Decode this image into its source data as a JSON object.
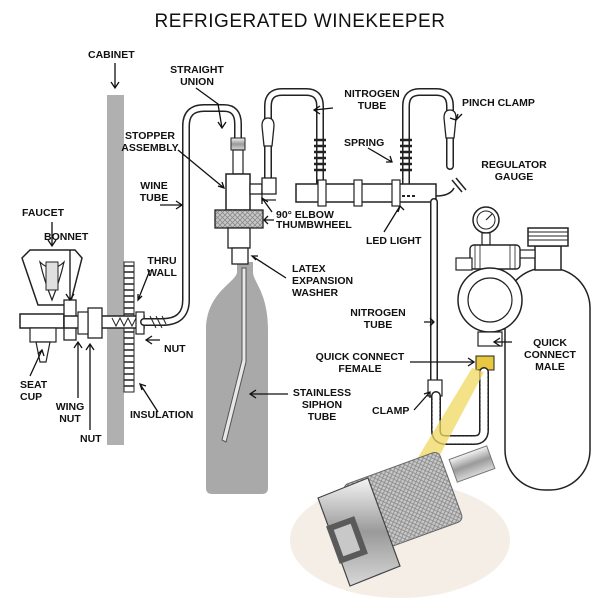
{
  "title": "REFRIGERATED WINEKEEPER",
  "labels": {
    "cabinet": "CABINET",
    "straight_union_1": "STRAIGHT",
    "straight_union_2": "UNION",
    "nitrogen_tube_top_1": "NITROGEN",
    "nitrogen_tube_top_2": "TUBE",
    "pinch_clamp": "PINCH CLAMP",
    "stopper_assembly_1": "STOPPER",
    "stopper_assembly_2": "ASSEMBLY",
    "spring": "SPRING",
    "regulator_gauge_1": "REGULATOR",
    "regulator_gauge_2": "GAUGE",
    "wine_tube_1": "WINE",
    "wine_tube_2": "TUBE",
    "elbow": "90° ELBOW",
    "faucet": "FAUCET",
    "bonnet": "BONNET",
    "thumbwheel": "THUMBWHEEL",
    "led_light": "LED LIGHT",
    "thru_wall_1": "THRU",
    "thru_wall_2": "WALL",
    "latex_1": "LATEX",
    "latex_2": "EXPANSION",
    "latex_3": "WASHER",
    "nitrogen_tube_mid_1": "NITROGEN",
    "nitrogen_tube_mid_2": "TUBE",
    "nut_right": "NUT",
    "quick_male_1": "QUICK",
    "quick_male_2": "CONNECT",
    "quick_male_3": "MALE",
    "quick_female_1": "QUICK CONNECT",
    "quick_female_2": "FEMALE",
    "seat_cup_1": "SEAT",
    "seat_cup_2": "CUP",
    "stainless_1": "STAINLESS",
    "stainless_2": "SIPHON",
    "stainless_3": "TUBE",
    "wing_nut_1": "WING",
    "wing_nut_2": "NUT",
    "insulation": "INSULATION",
    "clamp": "CLAMP",
    "nut_bottom": "NUT"
  },
  "colors": {
    "bottle": "#a9a9a9",
    "cabinet_wall": "#b0b0b0",
    "highlight": "#f0d860",
    "quick_connect_female": "#e8c840"
  }
}
